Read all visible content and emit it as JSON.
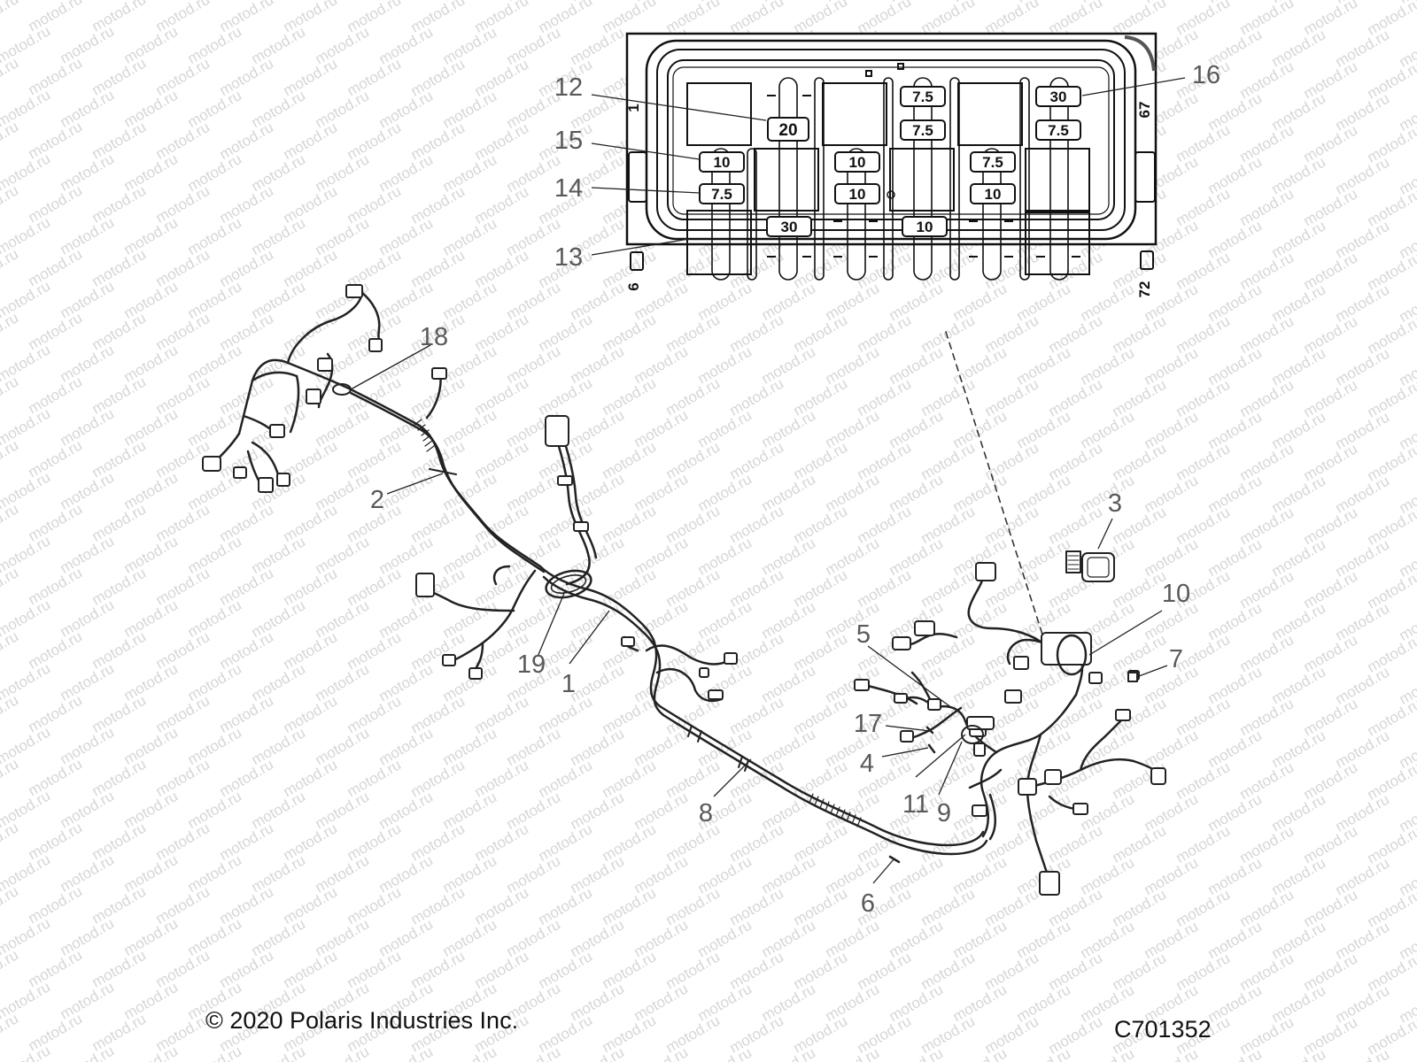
{
  "watermark_text": "motod.ru",
  "fuse_box": {
    "corner_labels": {
      "top_left": "1",
      "top_right": "67",
      "bottom_left": "6",
      "bottom_right": "72"
    },
    "fuses": [
      "20",
      "7.5",
      "7.5",
      "30",
      "7.5",
      "10",
      "7.5",
      "10",
      "10",
      "7.5",
      "10",
      "30",
      "10"
    ]
  },
  "callouts": [
    "1",
    "2",
    "3",
    "4",
    "5",
    "6",
    "7",
    "8",
    "9",
    "10",
    "11",
    "12",
    "13",
    "14",
    "15",
    "16",
    "17",
    "18",
    "19"
  ],
  "footer": {
    "copyright": "© 2020 Polaris Industries Inc.",
    "drawing_code": "C701352"
  }
}
